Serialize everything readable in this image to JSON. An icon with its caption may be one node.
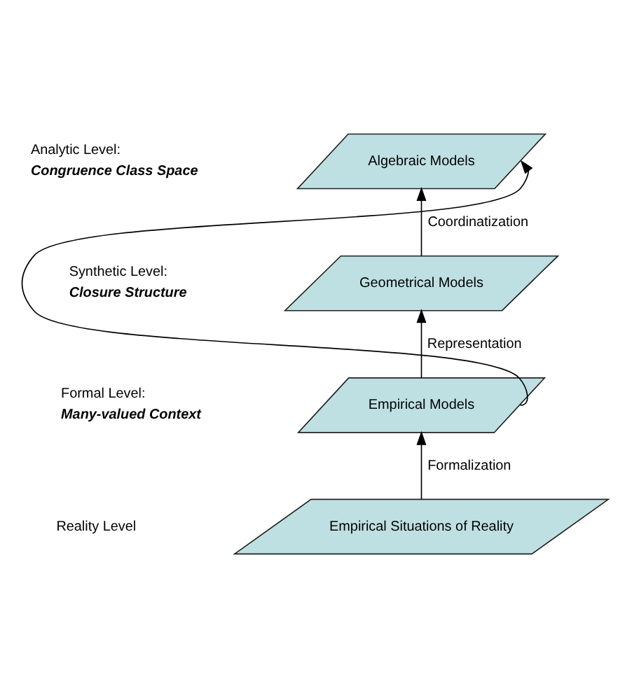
{
  "diagram": {
    "nodes": [
      {
        "text": [
          "Algebraic Models"
        ]
      },
      {
        "text": [
          "Geometrical Models"
        ]
      },
      {
        "text": [
          "Empirical Models"
        ]
      },
      {
        "text": [
          "Empirical Situations of Reality"
        ]
      }
    ],
    "edges": [
      {
        "from": 3,
        "to": 2,
        "arrow": "to",
        "label": "Formalization"
      },
      {
        "from": 2,
        "to": 1,
        "arrow": "to",
        "label": "Representation"
      },
      {
        "from": 1,
        "to": 0,
        "arrow": "to",
        "label": "Coordinatization"
      },
      {
        "from": 2,
        "to": 0,
        "arrow": "to"
      }
    ],
    "labels": [
      "Analytic Level:",
      "Congruence Class Space",
      "Synthetic Level:",
      "Closure Structure",
      "Formal Level:",
      "Many-valued Context",
      "Reality Level"
    ]
  }
}
